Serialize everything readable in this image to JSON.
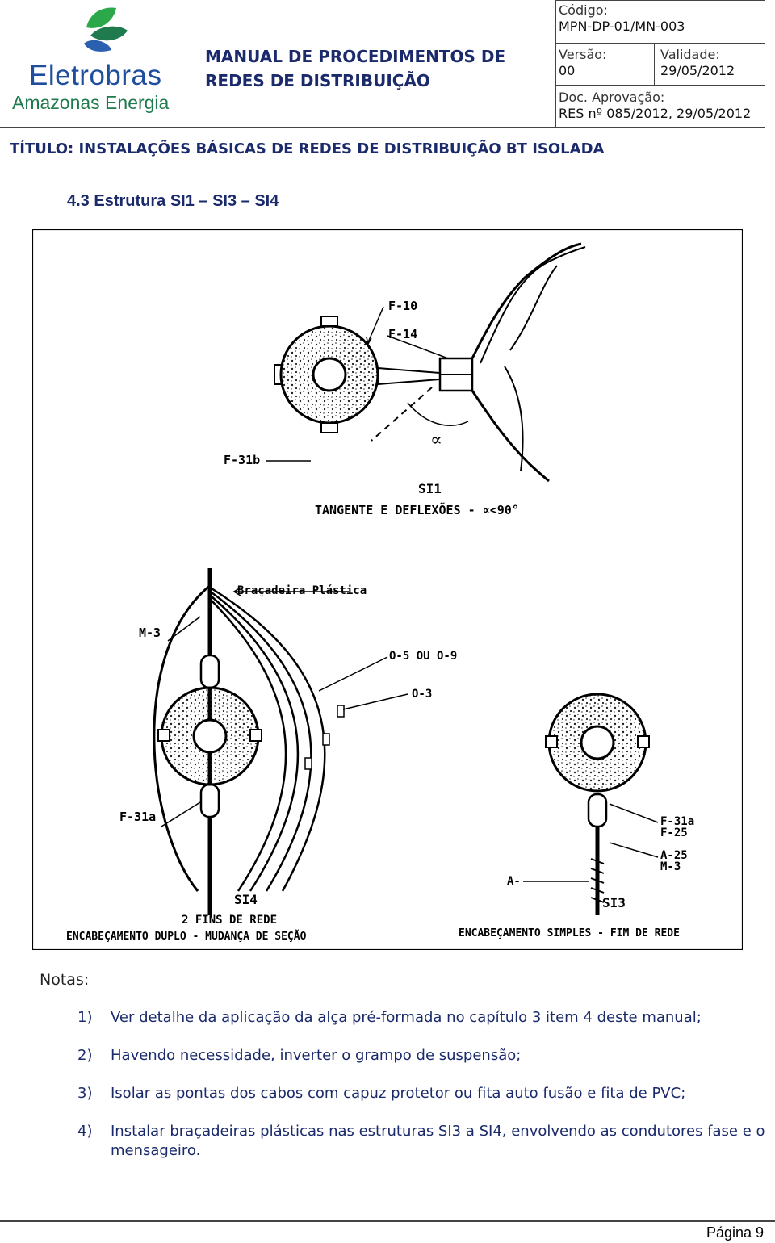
{
  "header": {
    "logo_text": "Eletrobras",
    "logo_subtext": "Amazonas Energia",
    "manual_title_line1": "MANUAL DE PROCEDIMENTOS DE",
    "manual_title_line2": "REDES DE DISTRIBUIÇÃO",
    "code_label": "Código:",
    "code_value": "MPN-DP-01/MN-003",
    "version_label": "Versão:",
    "version_value": "00",
    "validity_label": "Validade:",
    "validity_value": "29/05/2012",
    "approval_label": "Doc. Aprovação:",
    "approval_value": "RES nº 085/2012, 29/05/2012",
    "document_title": "TÍTULO: INSTALAÇÕES BÁSICAS DE REDES DE DISTRIBUIÇÃO BT ISOLADA"
  },
  "section": {
    "heading": "4.3    Estrutura SI1 – SI3 – SI4"
  },
  "figure": {
    "si1": {
      "labels": [
        "F-10",
        "F-14",
        "F-31b"
      ],
      "angle_symbol": "∝",
      "name": "SI1",
      "caption": "TANGENTE E DEFLEXÕES - ∝<90°"
    },
    "si4": {
      "labels": [
        "Braçadeira Plástica",
        "M-3",
        "O-5 OU O-9",
        "O-3",
        "F-31a"
      ],
      "name": "SI4",
      "caption_line1": "2 FINS DE REDE",
      "caption_line2": "ENCABEÇAMENTO DUPLO - MUDANÇA DE SEÇÃO"
    },
    "si3": {
      "labels": [
        "F-31a",
        "F-25",
        "A-25",
        "M-3",
        "A-"
      ],
      "name": "SI3",
      "caption": "ENCABEÇAMENTO SIMPLES - FIM DE REDE"
    }
  },
  "notes": {
    "label": "Notas:",
    "items": [
      {
        "num": "1)",
        "text": "Ver detalhe da aplicação da alça pré-formada no capítulo 3 item 4 deste manual;"
      },
      {
        "num": "2)",
        "text": "Havendo necessidade, inverter o grampo de suspensão;"
      },
      {
        "num": "3)",
        "text": "Isolar as pontas dos cabos com capuz protetor ou fita auto fusão e fita de PVC;"
      },
      {
        "num": "4)",
        "text": "Instalar braçadeiras plásticas nas estruturas SI3 a SI4, envolvendo as condutores fase e o mensageiro."
      }
    ]
  },
  "footer": {
    "page": "Página 9"
  }
}
